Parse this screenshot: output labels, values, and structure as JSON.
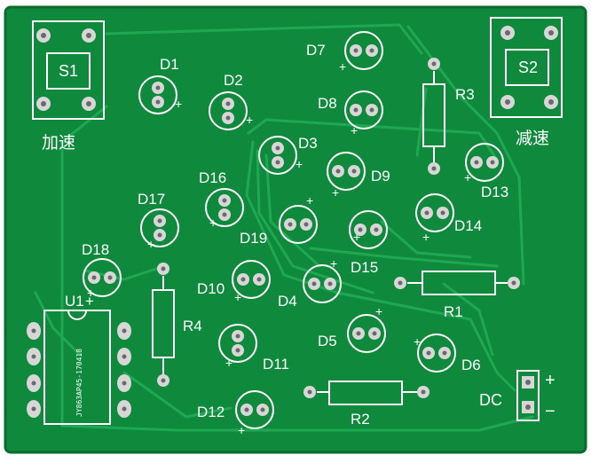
{
  "board": {
    "colors": {
      "board": "#0f8a3c",
      "board_edge": "#0a6b2d",
      "trace": "#19a34b",
      "silk": "#ffffff",
      "pad": "#d7d7d7",
      "pad_hole": "#6a6a6a"
    },
    "switch_labels": {
      "s1": "S1",
      "s2": "S2"
    },
    "switch_text": {
      "s1": "加速",
      "s2": "减速"
    },
    "led_labels": {
      "d1": "D1",
      "d2": "D2",
      "d3": "D3",
      "d4": "D4",
      "d5": "D5",
      "d6": "D6",
      "d7": "D7",
      "d8": "D8",
      "d9": "D9",
      "d10": "D10",
      "d11": "D11",
      "d12": "D12",
      "d13": "D13",
      "d14": "D14",
      "d15": "D15",
      "d16": "D16",
      "d17": "D17",
      "d18": "D18",
      "d19": "D19"
    },
    "resistor_labels": {
      "r1": "R1",
      "r2": "R2",
      "r3": "R3",
      "r4": "R4"
    },
    "ic": {
      "label": "U1",
      "marking": "JY863AP45-170418"
    },
    "power": {
      "label": "DC",
      "plus": "+",
      "minus": "−"
    },
    "plus_sign": "+"
  }
}
